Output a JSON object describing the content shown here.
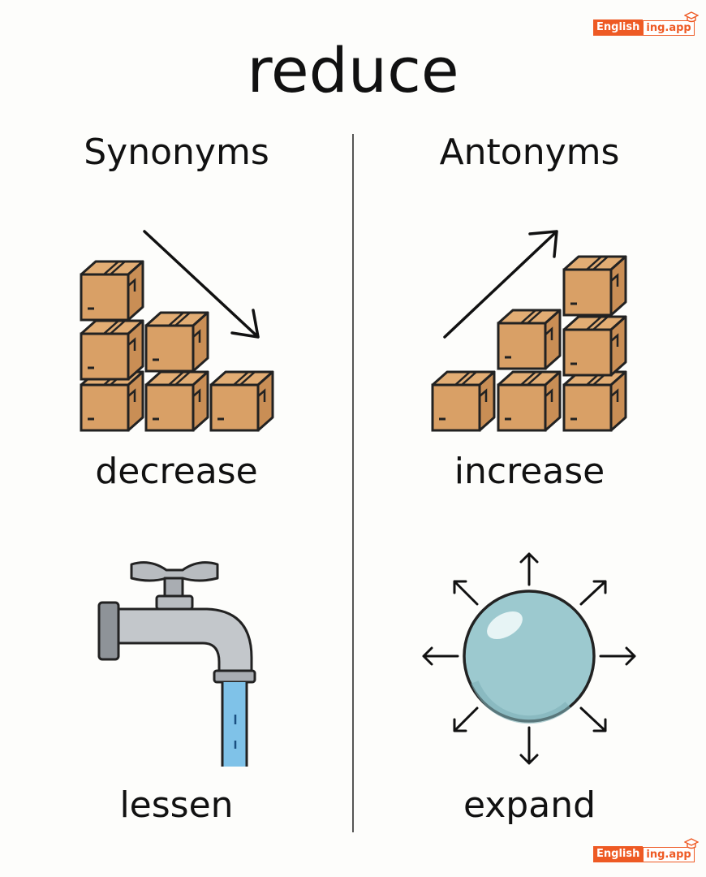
{
  "title": "reduce",
  "synonyms": {
    "heading": "Synonyms",
    "words": [
      "decrease",
      "lessen"
    ]
  },
  "antonyms": {
    "heading": "Antonyms",
    "words": [
      "increase",
      "expand"
    ]
  },
  "logo": {
    "part1": "English",
    "part2": "ing.app"
  },
  "colors": {
    "accent": "#ee5a24",
    "box": "#d9a066",
    "sphere": "#9cc9cf",
    "faucet": "#b8bcc0",
    "water": "#7fc2e8"
  }
}
